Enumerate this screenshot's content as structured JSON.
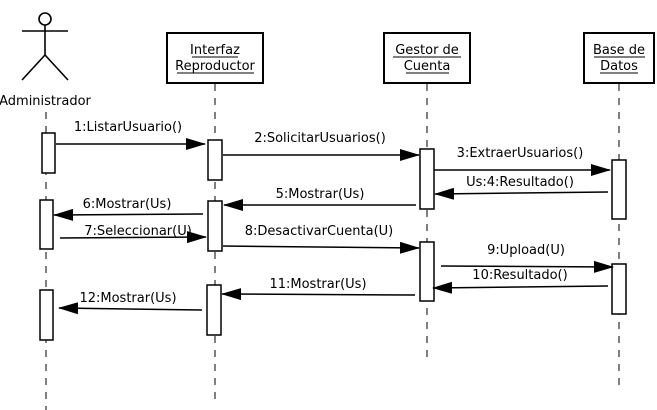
{
  "participants": {
    "actor": {
      "name": "Administrador"
    },
    "interfaz": {
      "line1": "Interfaz",
      "line2": "Reproductor"
    },
    "gestor": {
      "line1": "Gestor de",
      "line2": "Cuenta"
    },
    "base": {
      "line1": "Base de",
      "line2": "Datos"
    }
  },
  "messages": [
    {
      "label": "1:ListarUsuario()"
    },
    {
      "label": "2:SolicitarUsuarios()"
    },
    {
      "label": "3:ExtraerUsuarios()"
    },
    {
      "label": "Us:4:Resultado()"
    },
    {
      "label": "5:Mostrar(Us)"
    },
    {
      "label": "6:Mostrar(Us)"
    },
    {
      "label": "7:Seleccionar(U)"
    },
    {
      "label": "8:DesactivarCuenta(U)"
    },
    {
      "label": "9:Upload(U)"
    },
    {
      "label": "10:Resultado()"
    },
    {
      "label": "11:Mostrar(Us)"
    },
    {
      "label": "12:Mostrar(Us)"
    }
  ]
}
